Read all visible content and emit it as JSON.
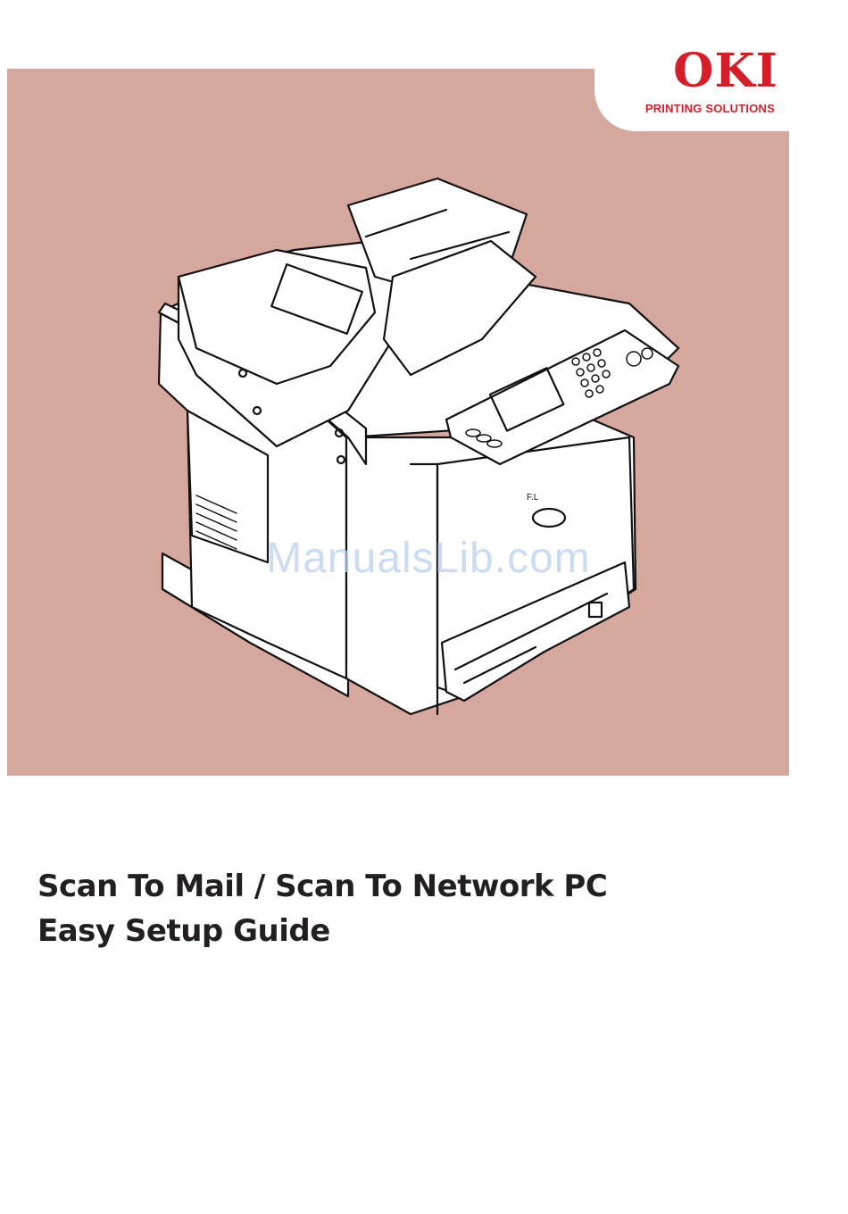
{
  "brand": {
    "logo_text": "OKI",
    "tagline": "PRINTING SOLUTIONS",
    "color": "#d41f2b"
  },
  "cover": {
    "panel_color": "#d6a89d",
    "illustration": "mfp-printer-line-drawing"
  },
  "watermark": {
    "text": "ManualsLib.com"
  },
  "title": {
    "line1": "Scan To Mail / Scan To Network PC",
    "line2": "Easy Setup Guide"
  }
}
